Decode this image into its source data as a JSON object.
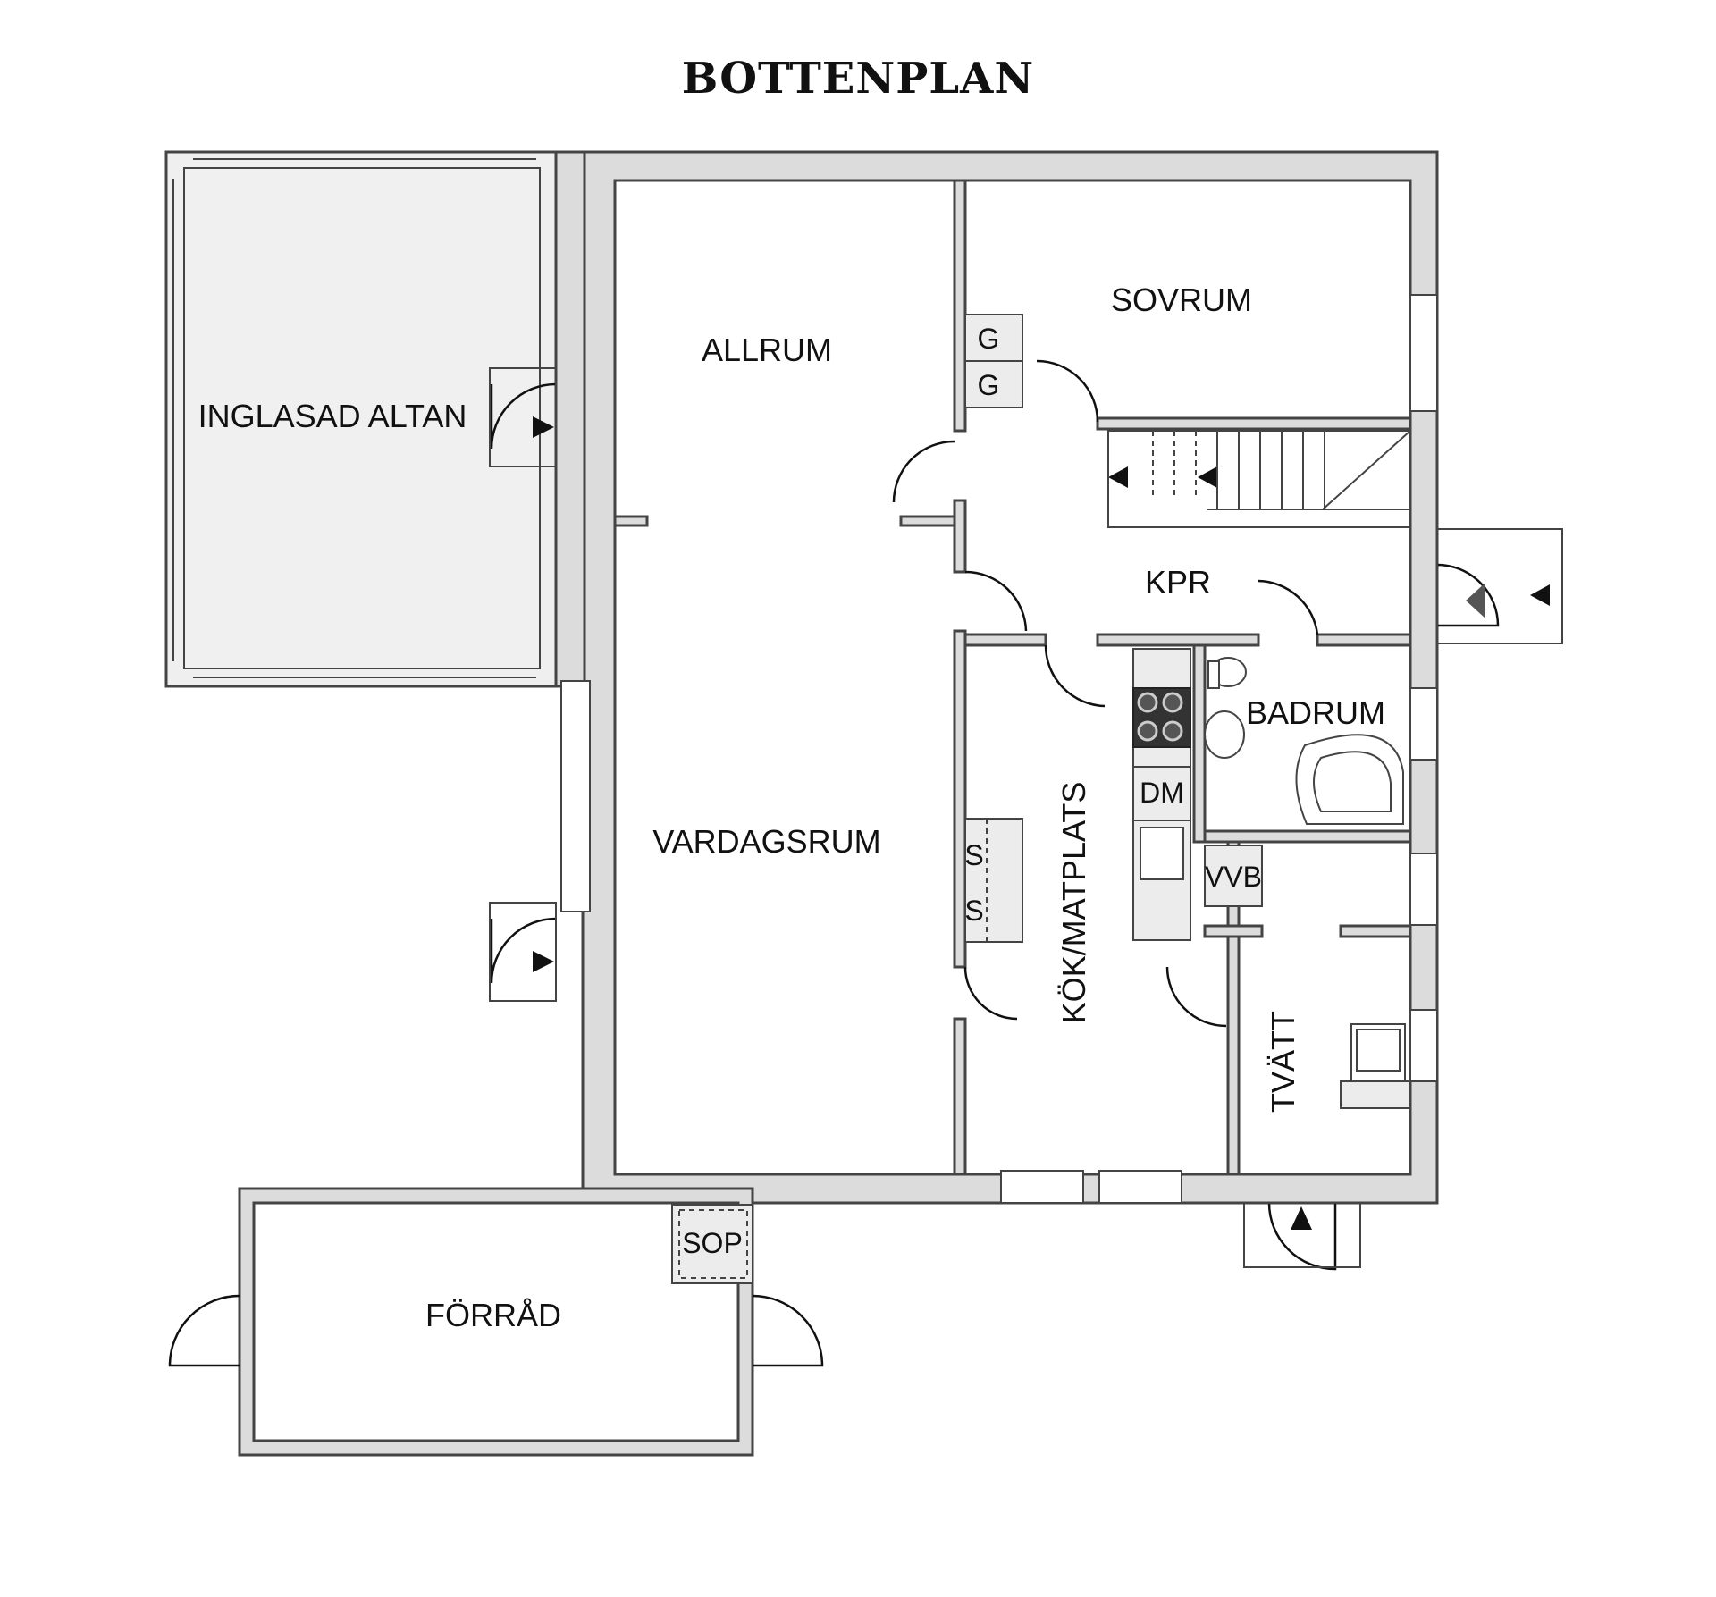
{
  "title": "BOTTENPLAN",
  "rooms": {
    "inglasad_altan": "INGLASAD ALTAN",
    "allrum": "ALLRUM",
    "sovrum": "SOVRUM",
    "kpr": "KPR",
    "badrum": "BADRUM",
    "vardagsrum": "VARDAGSRUM",
    "kok_matplats": "KÖK/MATPLATS",
    "tvatt": "TVÄTT",
    "forrad": "FÖRRÅD"
  },
  "fixtures": {
    "garderob_1": "G",
    "garderob_2": "G",
    "skap_1": "S",
    "skap_2": "S",
    "diskmaskin": "DM",
    "vvb": "VVB",
    "sop": "SOP"
  },
  "colors": {
    "wall_fill": "#dcdcdc",
    "line": "#444444",
    "altan_fill": "#efefef",
    "stove": "#333333"
  }
}
